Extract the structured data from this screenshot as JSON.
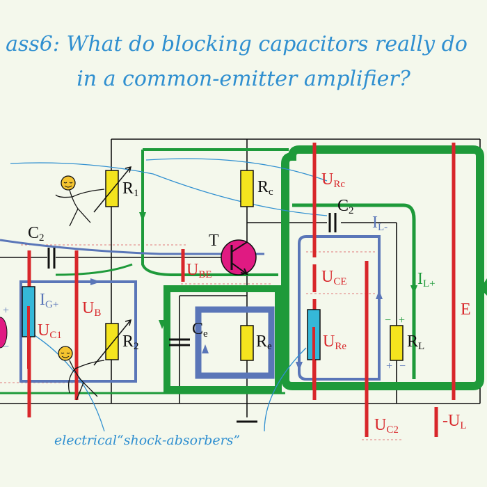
{
  "title": {
    "line1": "ass6: What do blocking capacitors really do",
    "line2": "in a common-emitter amplifier?"
  },
  "labels": {
    "r1": "R",
    "r1_sub": "1",
    "rc": "R",
    "rc_sub": "c",
    "c2_top": "C",
    "c2_top_sub": "2",
    "il_minus": "I",
    "il_minus_sub": "L-",
    "t": "T",
    "c2_left": "C",
    "c2_left_sub": "2",
    "u_rc": "U",
    "u_rc_sub": "Rc",
    "u_be": "U",
    "u_be_sub": "BE",
    "u_ce": "U",
    "u_ce_sub": "CE",
    "ig_plus": "I",
    "ig_plus_sub": "G+",
    "u_b": "U",
    "u_b_sub": "B",
    "u_c1": "U",
    "u_c1_sub": "C1",
    "r2": "R",
    "r2_sub": "2",
    "ce": "C",
    "ce_sub": "e",
    "re": "R",
    "re_sub": "e",
    "u_re": "U",
    "u_re_sub": "Re",
    "il_plus": "I",
    "il_plus_sub": "L+",
    "rl": "R",
    "rl_sub": "L",
    "e": "E",
    "u_c2": "U",
    "u_c2_sub": "C2",
    "neg_ul": "-U",
    "neg_ul_sub": "L",
    "plus": "+",
    "minus": "−",
    "shock": "electrical“shock-absorbers”"
  },
  "colors": {
    "background": "#f4f8ec",
    "title": "#2f8fd0",
    "voltage": "#d8262a",
    "current_green": "#1e9a3a",
    "current_blue": "#5a76b8",
    "resistor": "#f4e41e",
    "transistor": "#e01a82",
    "capacitor_fill": "#35b8d8"
  }
}
